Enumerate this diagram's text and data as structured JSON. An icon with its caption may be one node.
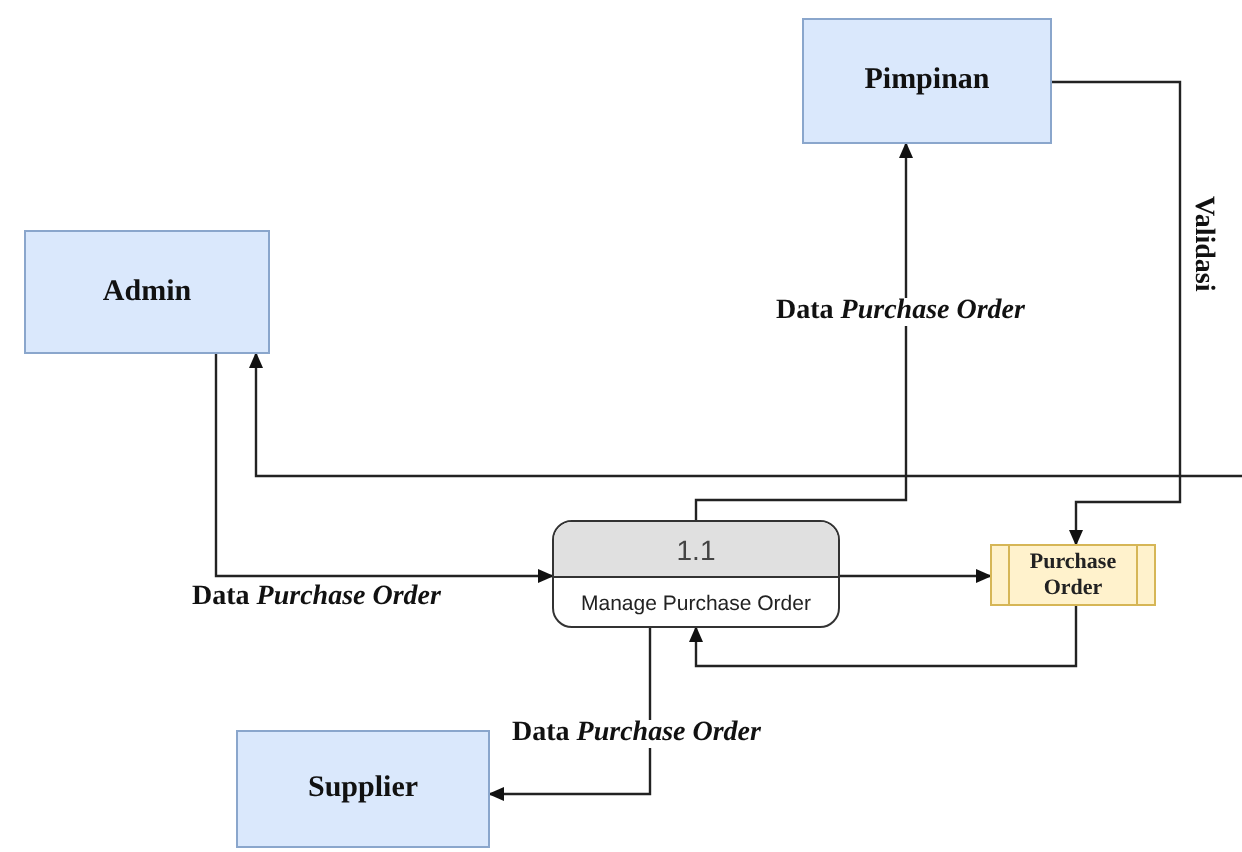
{
  "diagram": {
    "nodes": [
      {
        "text": [
          "Pimpinan"
        ]
      },
      {
        "text": [
          "Admin"
        ]
      },
      {
        "text": [
          "1.1",
          "Manage Purchase Order"
        ]
      },
      {
        "text": [
          "Purchase Order"
        ]
      },
      {
        "text": [
          "Supplier"
        ]
      }
    ],
    "edges": [
      {
        "from": 1,
        "to": 2,
        "arrow": "to",
        "label": "Data *Purchase Order*"
      },
      {
        "from": 2,
        "to": 0,
        "arrow": "to",
        "label": "Data *Purchase Order*"
      },
      {
        "from": 0,
        "to": 3,
        "arrow": "to",
        "label": "Validasi"
      },
      {
        "from": 2,
        "to": 3,
        "arrow": "to"
      },
      {
        "from": 3,
        "to": 2,
        "arrow": "to"
      },
      {
        "from": 2,
        "to": 4,
        "arrow": "to",
        "label": "Data *Purchase Order*"
      },
      {
        "from": null,
        "to": 1,
        "arrow": "to"
      }
    ]
  }
}
